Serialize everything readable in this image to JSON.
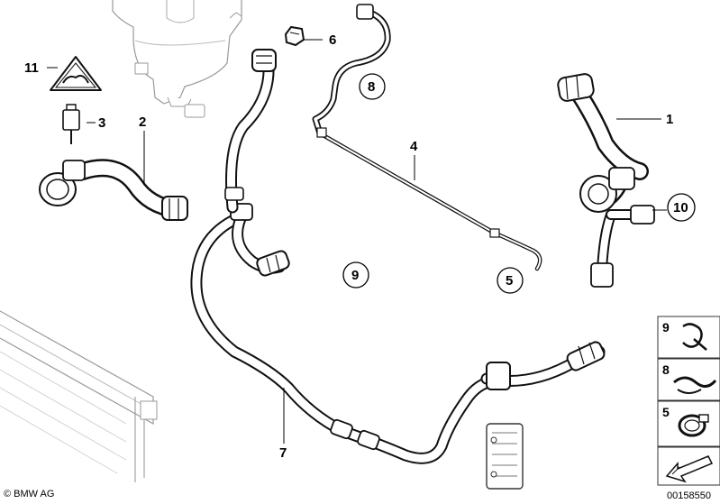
{
  "parts": [
    {
      "id": "p1",
      "label": "1"
    },
    {
      "id": "p2",
      "label": "2"
    },
    {
      "id": "p3",
      "label": "3"
    },
    {
      "id": "p4",
      "label": "4"
    },
    {
      "id": "p5",
      "label": "5"
    },
    {
      "id": "p6",
      "label": "6"
    },
    {
      "id": "p7",
      "label": "7"
    },
    {
      "id": "p8",
      "label": "8"
    },
    {
      "id": "p9",
      "label": "9"
    },
    {
      "id": "p10",
      "label": "10"
    },
    {
      "id": "p11",
      "label": "11"
    }
  ],
  "legend": [
    {
      "label": "9"
    },
    {
      "label": "8"
    },
    {
      "label": "5"
    }
  ],
  "copyright": "© BMW AG",
  "diagram_number": "00158550"
}
